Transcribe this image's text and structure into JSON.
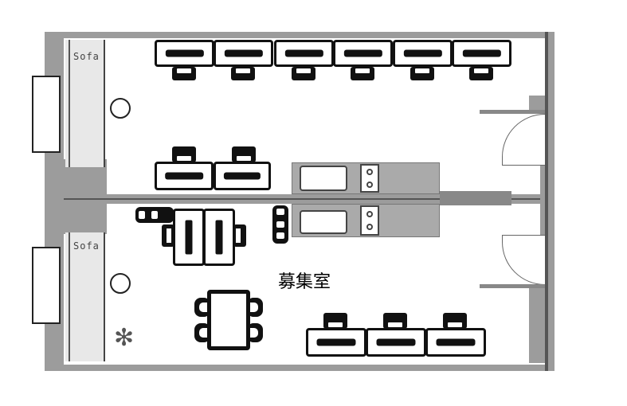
{
  "floorplan": {
    "room_label": "募集室",
    "sofa_labels": [
      "Sofa",
      "Sofa"
    ],
    "icons": {
      "plant": "circle",
      "snowflake": "✻"
    },
    "colors": {
      "wall": "#9c9c9c",
      "furniture": "#111111",
      "background": "#ffffff"
    },
    "upper_room": {
      "desks_top_row": 6,
      "desks_middle_row": 2
    },
    "lower_room": {
      "desks_bottom_row": 3,
      "meeting_table_seats": 4,
      "double_table_count": 2
    }
  }
}
